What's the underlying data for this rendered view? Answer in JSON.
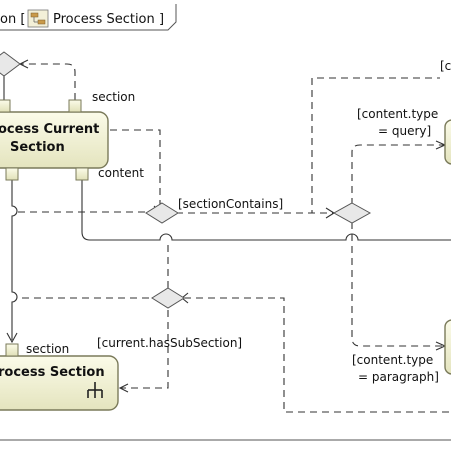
{
  "frame": {
    "title_prefix": "on [",
    "title_name": "Process Section",
    "title_suffix": "]"
  },
  "actions": {
    "process_current_section": {
      "line1": "ocess Current",
      "line2": "Section"
    },
    "process_section": {
      "label": "rocess Section"
    }
  },
  "pins": {
    "section_in": "section",
    "content_out": "content",
    "section_call": "section"
  },
  "guards": {
    "section_contains": "[sectionContains]",
    "has_sub_section": "[current.hasSubSection]",
    "content_query_l1": "[content.type",
    "content_query_l2": "= query]",
    "content_para_l1": "[content.type",
    "content_para_l2": "= paragraph]",
    "top_right": "[c"
  },
  "colors": {
    "action_fill_top": "#fbfbe9",
    "action_fill_bottom": "#e6e6c2",
    "action_border": "#7a7a5a",
    "line": "#333333",
    "frame": "#555555"
  },
  "icons": {
    "frame_icon": "activity-diagram-icon",
    "call_behavior": "rake-icon"
  }
}
